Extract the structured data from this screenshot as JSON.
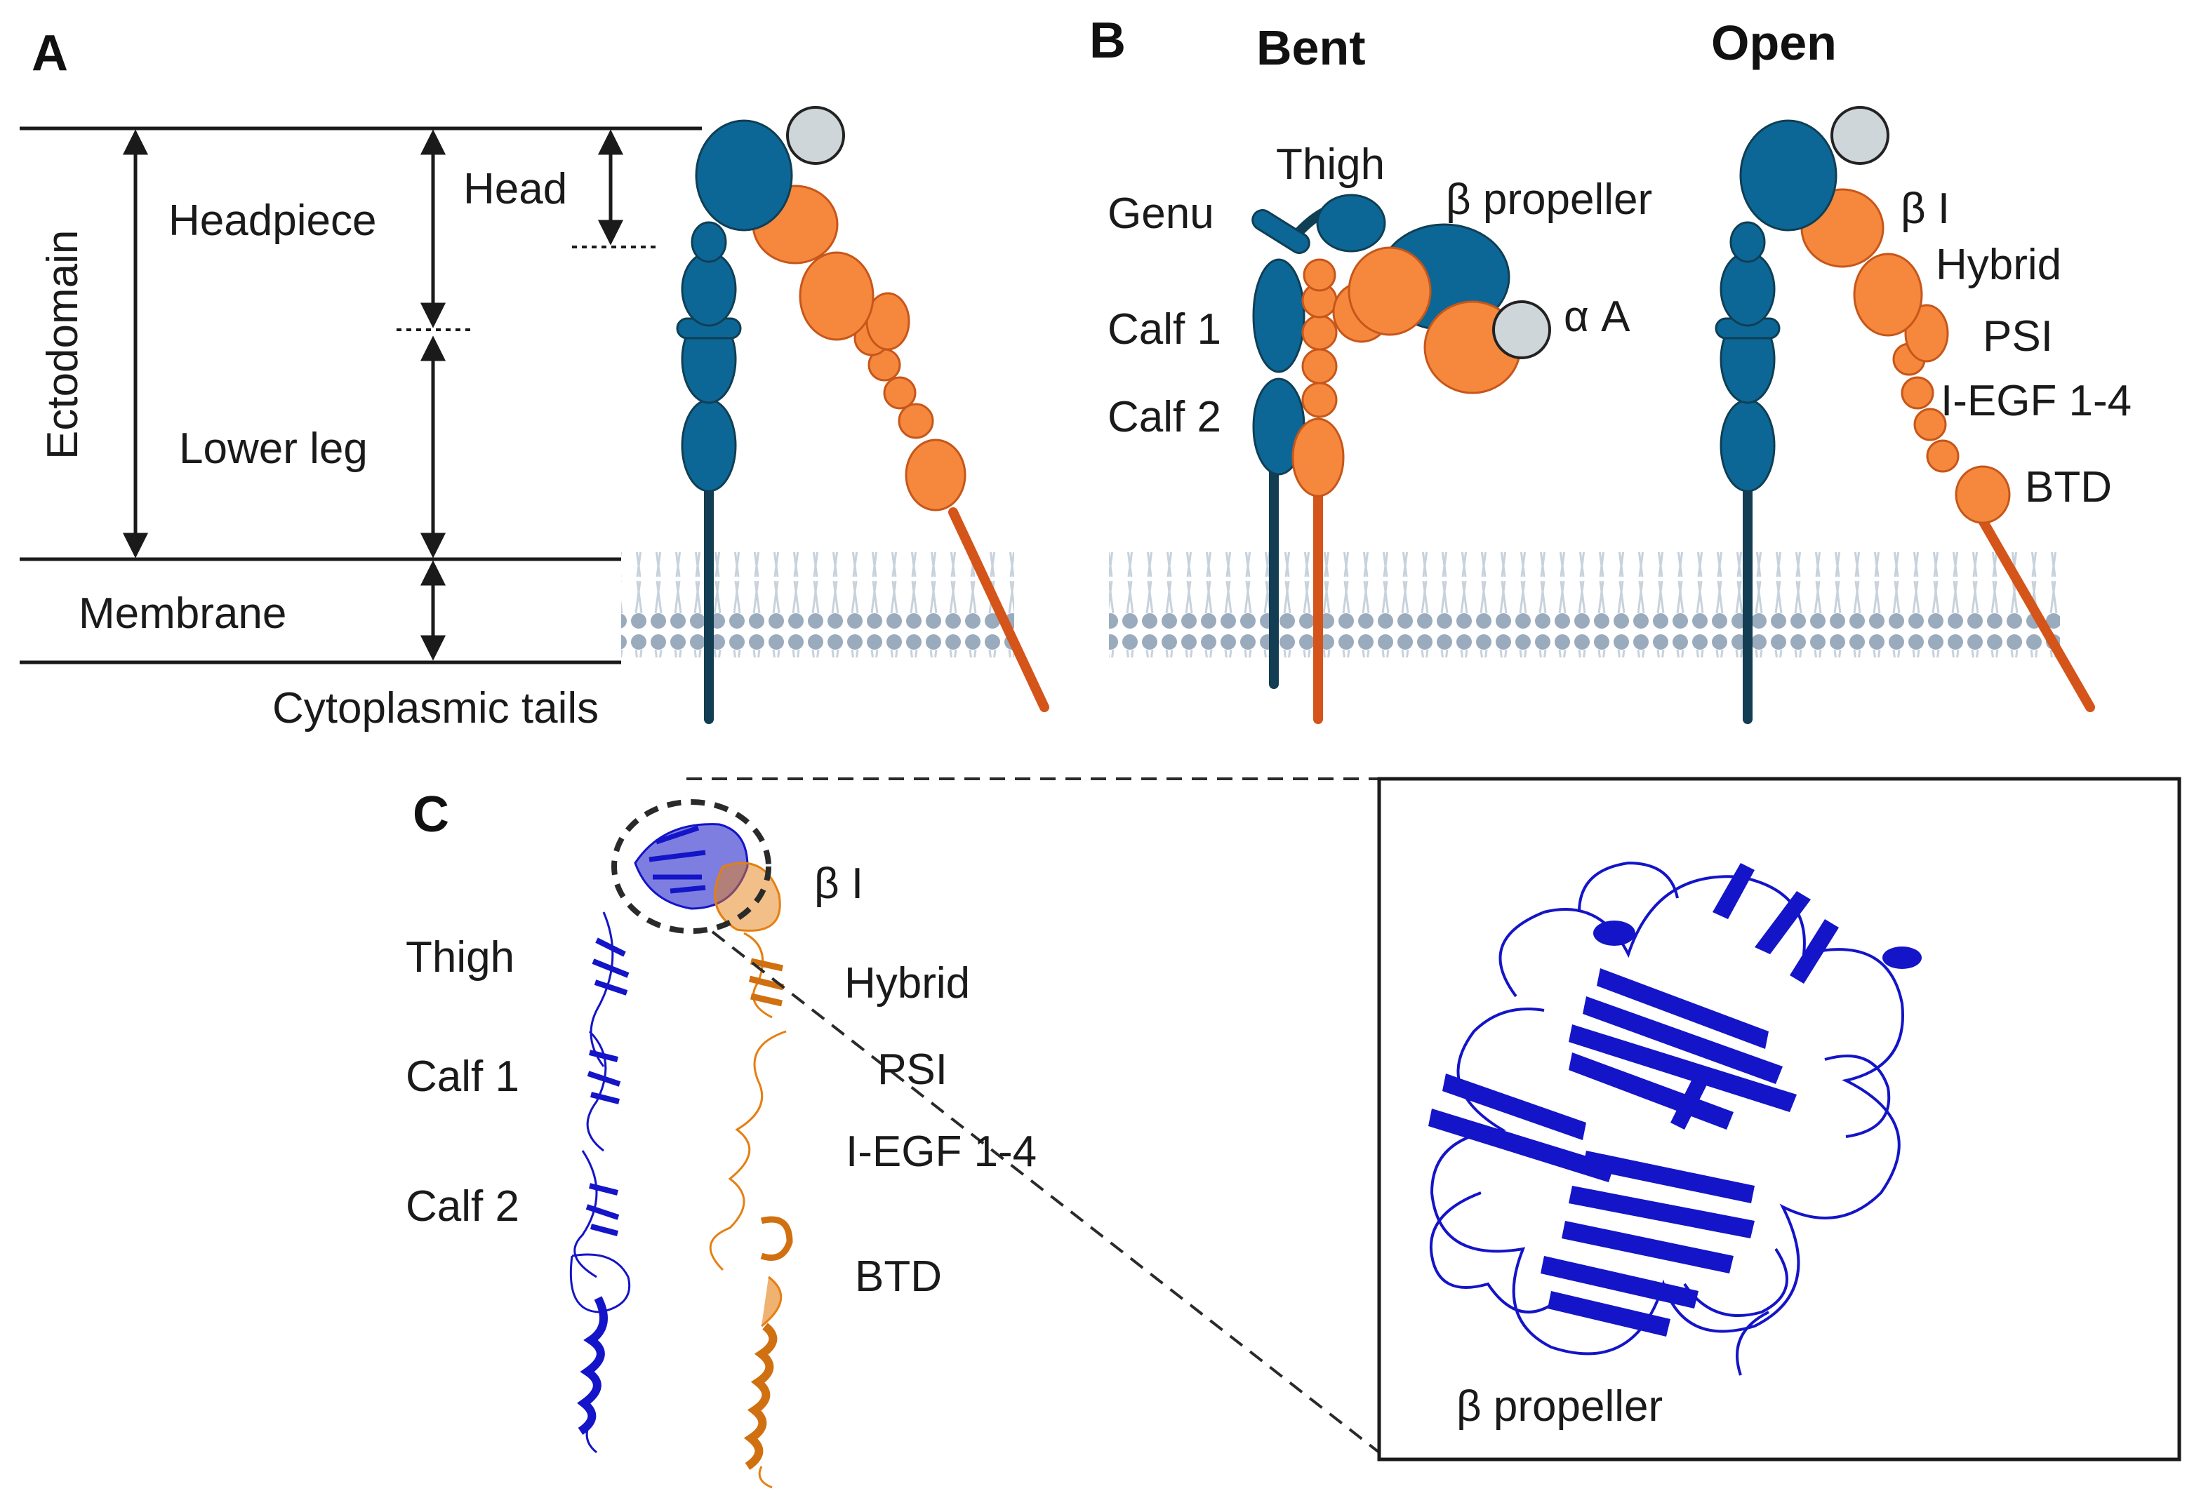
{
  "colors": {
    "alpha_subunit": "#0d6796",
    "alpha_dark": "#0f3f55",
    "alpha_tail": "#123d52",
    "beta_subunit": "#f5883c",
    "beta_stroke": "#c7561a",
    "beta_tail": "#d4541a",
    "ligand": "#cfd6d9",
    "membrane_head": "#9aabbd",
    "membrane_tail": "#c7d2dc",
    "protein_alpha": "#1414c8",
    "protein_beta": "#e57f12"
  },
  "panel_a": {
    "letter": "A",
    "ectodomain": "Ectodomain",
    "headpiece": "Headpiece",
    "head": "Head",
    "lower_leg": "Lower leg",
    "membrane": "Membrane",
    "cytoplasmic_tails": "Cytoplasmic tails"
  },
  "panel_b": {
    "letter": "B",
    "bent_title": "Bent",
    "open_title": "Open",
    "bent_labels": {
      "thigh": "Thigh",
      "genu": "Genu",
      "beta_propeller": "β propeller",
      "calf1": "Calf 1",
      "calf2": "Calf 2",
      "alpha_a": "α A"
    },
    "open_labels": {
      "beta_i": "β I",
      "hybrid": "Hybrid",
      "psi": "PSI",
      "iegf": "I-EGF 1-4",
      "btd": "BTD"
    }
  },
  "panel_c": {
    "letter": "C",
    "thigh": "Thigh",
    "calf1": "Calf 1",
    "calf2": "Calf 2",
    "beta_i": "β I",
    "hybrid": "Hybrid",
    "psi": "PSI",
    "iegf": "I-EGF 1-4",
    "btd": "BTD",
    "inset_label": "β propeller"
  }
}
